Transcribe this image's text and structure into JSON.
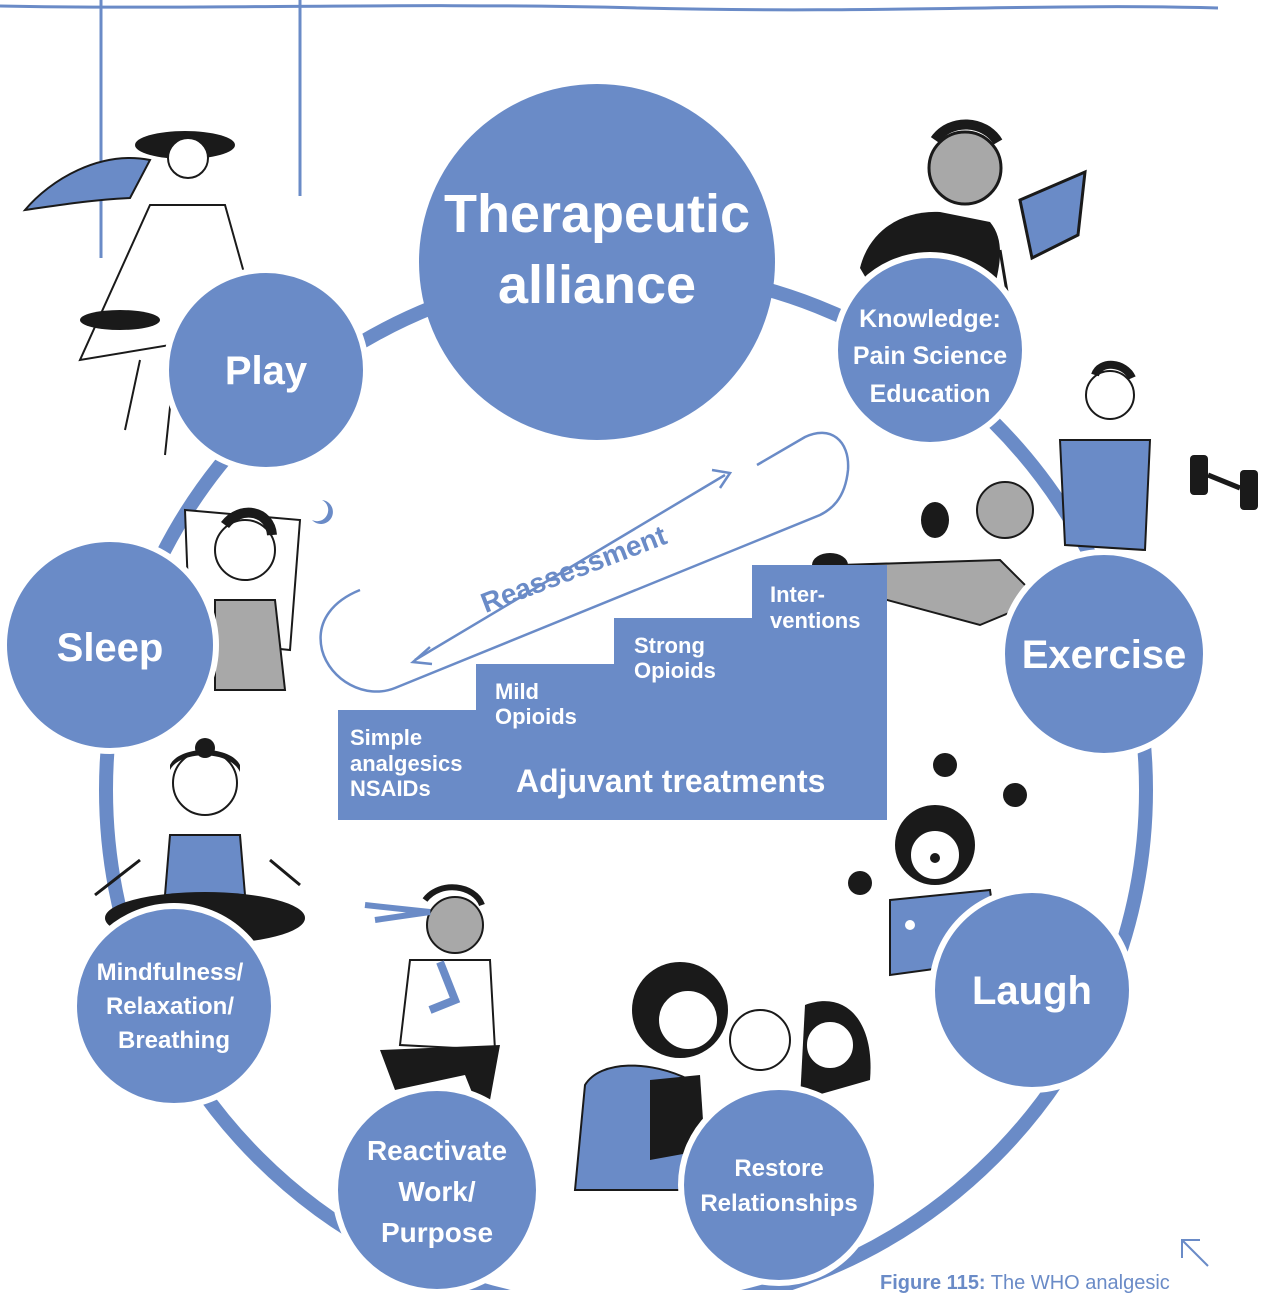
{
  "colors": {
    "primary": "#6a8bc7",
    "line": "#6a8bc7",
    "text_on_primary": "#ffffff",
    "ink": "#1a1a1a",
    "gray": "#a8a8a8"
  },
  "center": {
    "lines": [
      "Therapeutic",
      "alliance"
    ]
  },
  "nodes": [
    {
      "id": "knowledge",
      "lines": [
        "Knowledge:",
        "Pain Science",
        "Education"
      ]
    },
    {
      "id": "exercise",
      "lines": [
        "Exercise"
      ]
    },
    {
      "id": "laugh",
      "lines": [
        "Laugh"
      ]
    },
    {
      "id": "restore",
      "lines": [
        "Restore",
        "Relationships"
      ]
    },
    {
      "id": "reactivate",
      "lines": [
        "Reactivate",
        "Work/",
        "Purpose"
      ]
    },
    {
      "id": "mindfulness",
      "lines": [
        "Mindfulness/",
        "Relaxation/",
        "Breathing"
      ]
    },
    {
      "id": "sleep",
      "lines": [
        "Sleep"
      ]
    },
    {
      "id": "play",
      "lines": [
        "Play"
      ]
    }
  ],
  "reassessment": "Reassessment",
  "ladder": {
    "steps": [
      {
        "lines": [
          "Simple",
          "analgesics",
          "NSAIDs"
        ]
      },
      {
        "lines": [
          "Mild",
          "Opioids"
        ]
      },
      {
        "lines": [
          "Strong",
          "Opioids"
        ]
      },
      {
        "lines": [
          "Inter-",
          "ventions"
        ]
      }
    ],
    "base": "Adjuvant treatments"
  },
  "caption": {
    "label": "Figure 115:",
    "text": " The WHO analgesic"
  },
  "icons": {
    "corner_arrow": "arrow-up-left-icon",
    "illustrations": [
      "reading-person-illustration",
      "swinging-woman-illustration",
      "sleeping-person-illustration",
      "weightlifter-illustration",
      "boxer-illustration",
      "clown-juggler-illustration",
      "friends-group-illustration",
      "worker-illustration",
      "meditating-woman-illustration"
    ]
  }
}
